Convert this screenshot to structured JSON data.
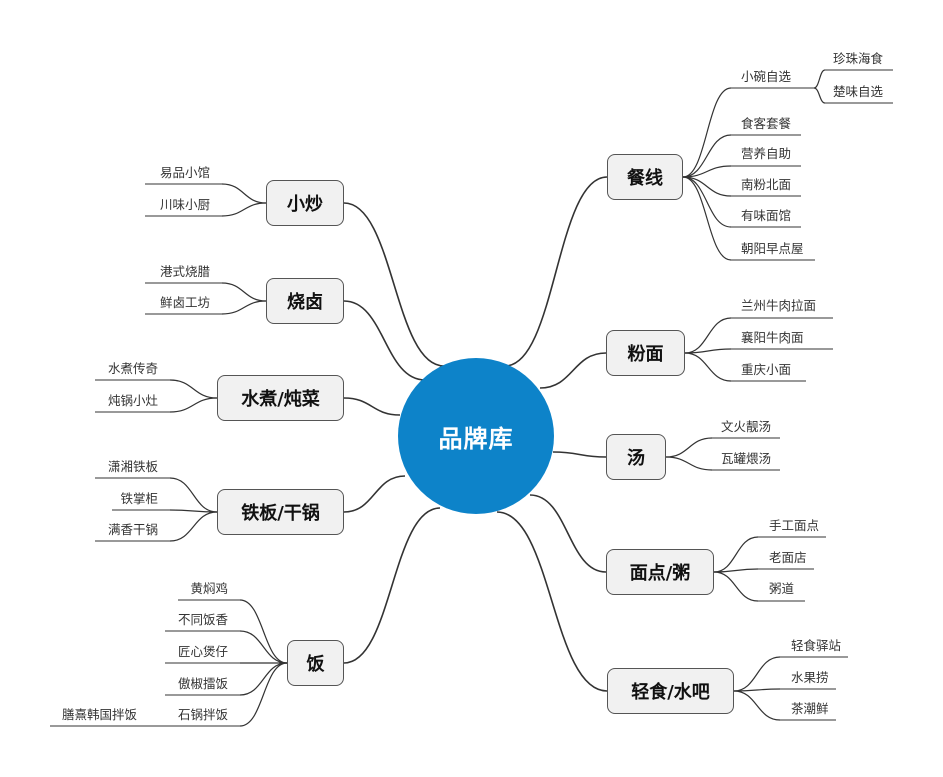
{
  "center": {
    "label": "品牌库"
  },
  "branches": {
    "canxian": {
      "label": "餐线"
    },
    "fenmian": {
      "label": "粉面"
    },
    "tang": {
      "label": "汤"
    },
    "miandian": {
      "label": "面点/粥"
    },
    "qingshi": {
      "label": "轻食/水吧"
    },
    "xiaochao": {
      "label": "小炒"
    },
    "shaolu": {
      "label": "烧卤"
    },
    "shuizhu": {
      "label": "水煮/炖菜"
    },
    "tieban": {
      "label": "铁板/干锅"
    },
    "fan": {
      "label": "饭"
    }
  },
  "leaves": {
    "xiaowan": "小碗自选",
    "zhenzhu": "珍珠海食",
    "chuwei": "楚味自选",
    "shike": "食客套餐",
    "yingyang": "营养自助",
    "nanfen": "南粉北面",
    "youwei": "有味面馆",
    "zhaoyang": "朝阳早点屋",
    "lanzhou": "兰州牛肉拉面",
    "xiangyang": "襄阳牛肉面",
    "chongqing": "重庆小面",
    "wenhuo": "文火靓汤",
    "waguan": "瓦罐煨汤",
    "shougong": "手工面点",
    "laomian": "老面店",
    "zhoudao": "粥道",
    "qingshiyz": "轻食驿站",
    "shuiguo": "水果捞",
    "chachao": "茶潮鲜",
    "yipin": "易品小馆",
    "chuanwei": "川味小厨",
    "gangshi": "港式烧腊",
    "xianlu": "鲜卤工坊",
    "shuizhucq": "水煮传奇",
    "dunguo": "炖锅小灶",
    "xiaoxiang": "潇湘铁板",
    "tiezhang": "铁掌柜",
    "manxiang": "满香干锅",
    "huangmen": "黄焖鸡",
    "butong": "不同饭香",
    "jiangxin": "匠心煲仔",
    "aojiao": "傲椒擂饭",
    "shiguo": "石锅拌饭",
    "shanjia": "膳熹韩国拌饭"
  },
  "colors": {
    "center_fill": "#0d83c9",
    "branch_fill": "#f1f1f1",
    "line": "#333333"
  }
}
